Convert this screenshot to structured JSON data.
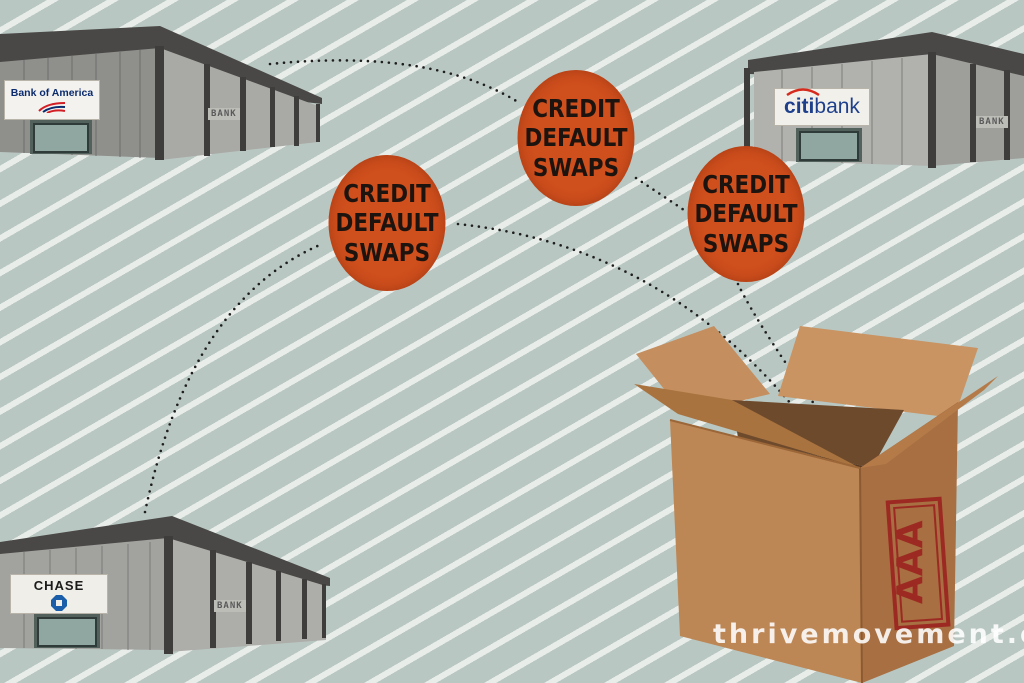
{
  "banks": [
    {
      "id": "bank-of-america",
      "sign_text": "Bank of America",
      "building_label": "BANK"
    },
    {
      "id": "citibank",
      "sign_text_red": "citi",
      "sign_text_blue": "bank",
      "building_label": "BANK"
    },
    {
      "id": "chase",
      "sign_text": "CHASE",
      "building_label": "BANK"
    }
  ],
  "cds_badges": [
    {
      "lines": [
        "CREDIT",
        "DEFAULT",
        "SWAPS"
      ]
    },
    {
      "lines": [
        "CREDIT",
        "DEFAULT",
        "SWAPS"
      ]
    },
    {
      "lines": [
        "CREDIT",
        "DEFAULT",
        "SWAPS"
      ]
    }
  ],
  "box": {
    "stamp": "AAA"
  },
  "watermark": "thrivemovement.c",
  "colors": {
    "background": "#b9c7c2",
    "stripe": "#e8edea",
    "badge": "#cf4f1d",
    "box": "#b98356",
    "stamp": "#9c2a22",
    "boa_blue": "#0a2b6e",
    "boa_red": "#d21f26",
    "citi_blue": "#1d3f8c",
    "citi_red": "#d52b1e",
    "chase_blue": "#1a5da8"
  }
}
